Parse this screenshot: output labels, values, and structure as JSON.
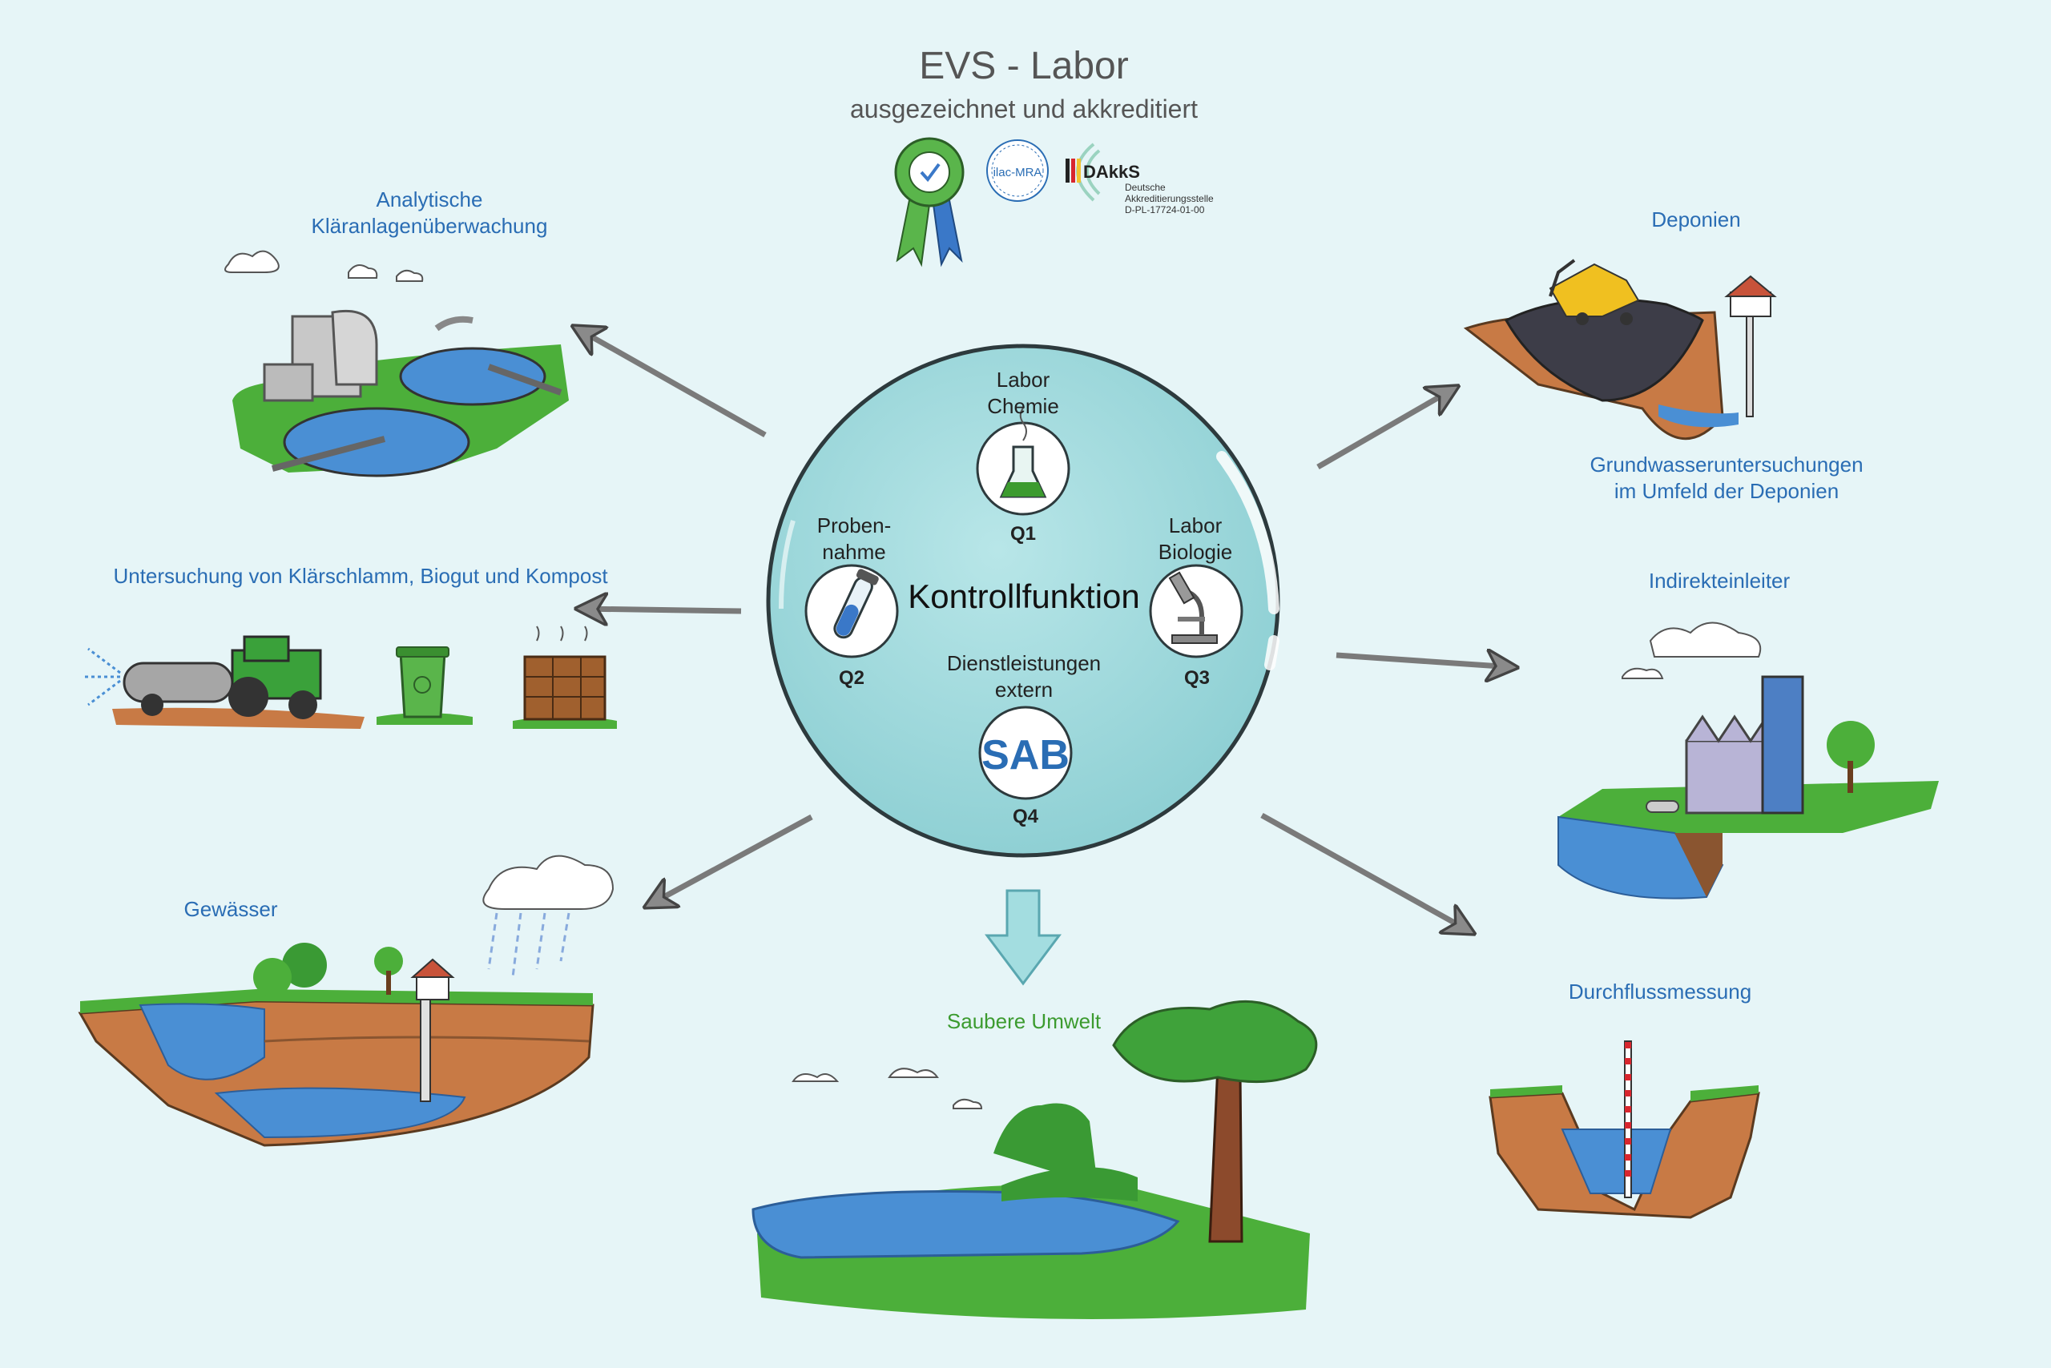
{
  "header": {
    "title": "EVS - Labor",
    "subtitle": "ausgezeichnet und akkreditiert",
    "badges": {
      "ilac": "ilac-MRA",
      "dakks": "DAkkS",
      "dakks_line1": "Deutsche",
      "dakks_line2": "Akkreditierungsstelle",
      "dakks_line3": "D-PL-17724-01-00"
    }
  },
  "center": {
    "title": "Kontrollfunktion",
    "nodes": [
      {
        "line1": "Labor",
        "line2": "Chemie",
        "code": "Q1",
        "icon": "flask-icon"
      },
      {
        "line1": "Proben-",
        "line2": "nahme",
        "code": "Q2",
        "icon": "test-tube-icon"
      },
      {
        "line1": "Labor",
        "line2": "Biologie",
        "code": "Q3",
        "icon": "microscope-icon"
      },
      {
        "line1": "Dienstleistungen",
        "line2": "extern",
        "code": "Q4",
        "icon": "sab-logo",
        "logo_text": "SAB"
      }
    ]
  },
  "areas": {
    "klaeranlage": {
      "line1": "Analytische",
      "line2": "Kläranlagenüberwachung"
    },
    "klaerschlamm": "Untersuchung von Klärschlamm, Biogut und Kompost",
    "gewaesser": "Gewässer",
    "umwelt": "Saubere Umwelt",
    "deponien": "Deponien",
    "grundwasser": {
      "line1": "Grundwasseruntersuchungen",
      "line2": "im Umfeld der Deponien"
    },
    "indirekteinleiter": "Indirekteinleiter",
    "durchfluss": "Durchflussmessung"
  },
  "colors": {
    "background": "#e6f5f7",
    "label_blue": "#2a6db4",
    "label_green": "#3c9b2f",
    "sphere": "#a3dde0",
    "water": "#4a8fd4",
    "grass": "#4caf3a",
    "soil": "#c87a45",
    "arrow": "#8a8a8a"
  }
}
